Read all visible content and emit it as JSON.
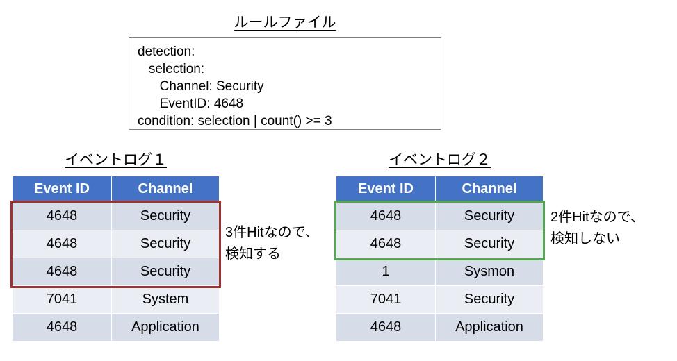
{
  "rule_file": {
    "title": "ルールファイル",
    "code_lines": [
      "detection:",
      "   selection:",
      "      Channel: Security",
      "      EventID: 4648",
      "condition: selection | count() >= 3"
    ]
  },
  "tables": [
    {
      "title": "イベントログ１",
      "headers": [
        "Event ID",
        "Channel"
      ],
      "rows": [
        [
          "4648",
          "Security"
        ],
        [
          "4648",
          "Security"
        ],
        [
          "4648",
          "Security"
        ],
        [
          "7041",
          "System"
        ],
        [
          "4648",
          "Application"
        ]
      ],
      "highlighted_row_count": 3,
      "annotation_line1": "3件Hitなので、",
      "annotation_line2": "検知する"
    },
    {
      "title": "イベントログ２",
      "headers": [
        "Event ID",
        "Channel"
      ],
      "rows": [
        [
          "4648",
          "Security"
        ],
        [
          "4648",
          "Security"
        ],
        [
          "1",
          "Sysmon"
        ],
        [
          "7041",
          "Security"
        ],
        [
          "4648",
          "Application"
        ]
      ],
      "highlighted_row_count": 2,
      "annotation_line1": "2件Hitなので、",
      "annotation_line2": "検知しない"
    }
  ],
  "colors": {
    "header_bg": "#4472c4",
    "row_odd": "#d6dce8",
    "row_even": "#ebedf4",
    "highlight_red": "#9e3132",
    "highlight_green": "#54a853"
  }
}
